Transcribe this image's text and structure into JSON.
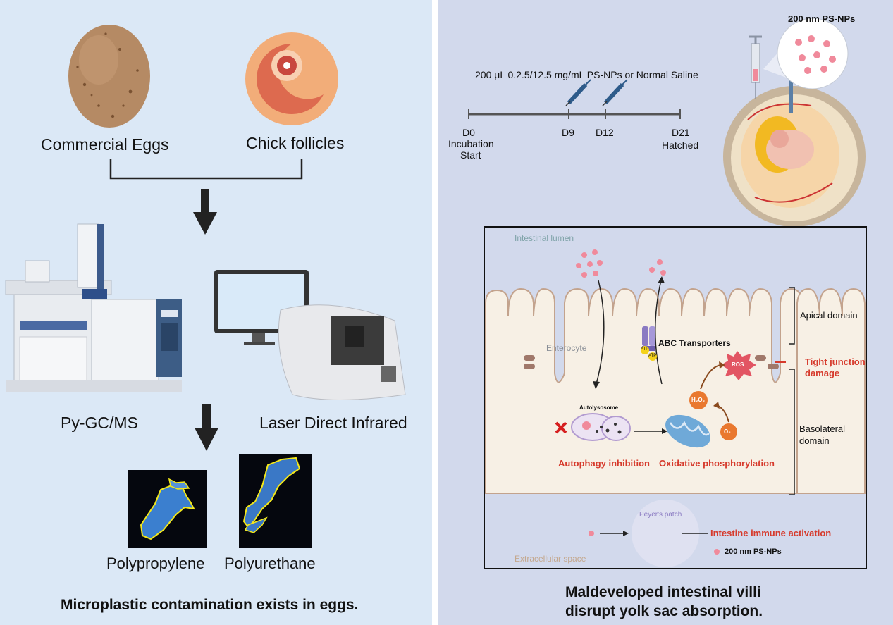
{
  "left": {
    "egg_label": "Commercial Eggs",
    "follicle_label": "Chick follicles",
    "gcms_label": "Py-GC/MS",
    "ldir_label": "Laser Direct Infrared",
    "pp_label": "Polypropylene",
    "pu_label": "Polyurethane",
    "conclusion": "Microplastic contamination exists in eggs."
  },
  "right": {
    "particles_label": "200 nm PS-NPs",
    "dose_label": "200 μL 0.2.5/12.5 mg/mL PS-NPs or Normal Saline",
    "timeline": {
      "d0": "D0",
      "d0_sub1": "Incubation",
      "d0_sub2": "Start",
      "d9": "D9",
      "d12": "D12",
      "d21": "D21",
      "d21_sub": "Hatched"
    },
    "mechanism": {
      "intestinal_lumen": "Intestinal lumen",
      "apical_domain": "Apical domain",
      "enterocyte": "Enterocyte",
      "abc_transporters": "ABC Transporters",
      "atp1": "ATP",
      "atp2": "ATP",
      "ros": "ROS",
      "tight_junction_1": "Tight junction",
      "tight_junction_2": "damage",
      "h2o2": "H₂O₂",
      "o2": "O₂",
      "autolysosome": "Autolysosome",
      "basolateral_1": "Basolateral",
      "basolateral_2": "domain",
      "autophagy_inhibition": "Autophagy inhibition",
      "oxidative_phosphorylation": "Oxidative phosphorylation",
      "peyers_patch": "Peyer's patch",
      "immune_activation": "Intestine immune activation",
      "legend_label": "200 nm PS-NPs",
      "extracellular_space": "Extracellular space"
    },
    "conclusion_1": "Maldeveloped intestinal villi",
    "conclusion_2": "disrupt yolk sac absorption."
  },
  "colors": {
    "left_bg": "#dbe8f6",
    "right_bg": "#d2d9ec",
    "red_label": "#d63a2c",
    "particle": "#f08a9b",
    "mitochondria": "#6fa9d8",
    "orange": "#e9782f",
    "microplastic_outline": "#f4e81a"
  }
}
